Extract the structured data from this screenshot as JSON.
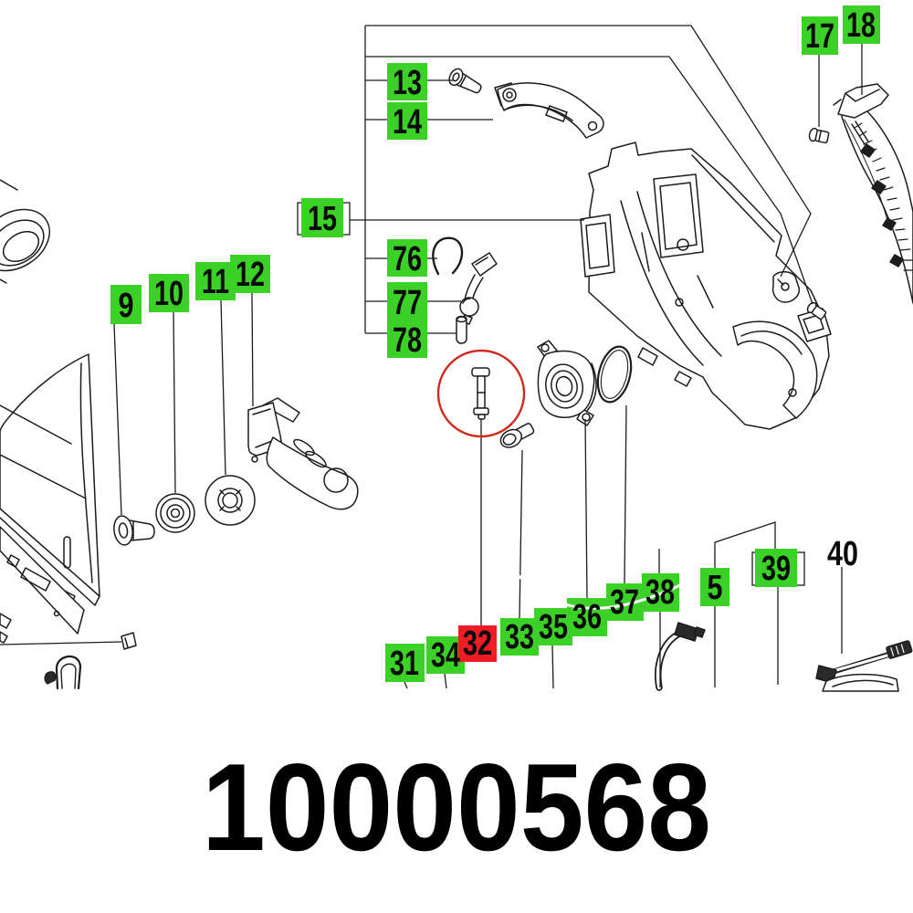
{
  "part_number": "10000568",
  "figure": {
    "type": "exploded_parts_diagram",
    "highlighted_callout": "32",
    "callout_numbers": [
      "5",
      "9",
      "10",
      "11",
      "12",
      "13",
      "14",
      "15",
      "17",
      "18",
      "31",
      "32",
      "33",
      "34",
      "35",
      "36",
      "37",
      "38",
      "39",
      "40",
      "76",
      "77",
      "78"
    ]
  },
  "colors": {
    "green": "#3cd126",
    "red": "#ee1c23",
    "highlight_red": "#cf2a21",
    "ink": "#1c1c1c"
  },
  "callouts": {
    "c5": "5",
    "c9": "9",
    "c10": "10",
    "c11": "11",
    "c12": "12",
    "c13": "13",
    "c14": "14",
    "c15": "15",
    "c17": "17",
    "c18": "18",
    "c31": "31",
    "c32": "32",
    "c33": "33",
    "c34": "34",
    "c35": "35",
    "c36": "36",
    "c37": "37",
    "c38": "38",
    "c39": "39",
    "c40": "40",
    "c76": "76",
    "c77": "77",
    "c78": "78"
  }
}
